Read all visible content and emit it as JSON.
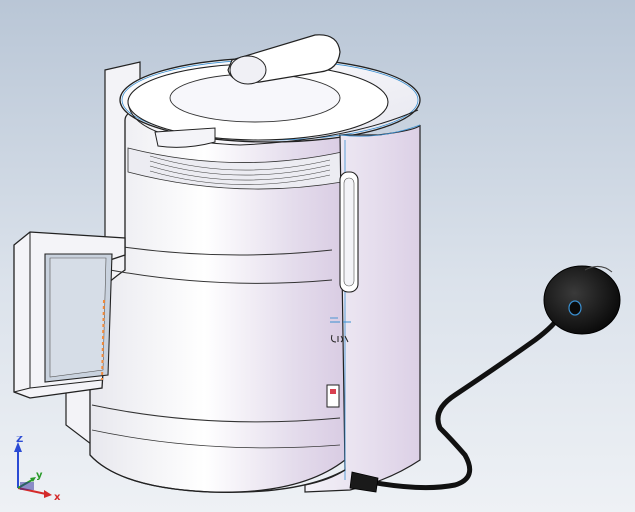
{
  "viewport": {
    "background_top": "#b9c6d6",
    "background_bottom": "#eef1f5"
  },
  "model": {
    "body_color": "#f7f7fb",
    "shade_color": "#d9cce3",
    "edge_color": "#222222",
    "highlight_edge_color": "#3a8fd0",
    "cord_color": "#111111",
    "handle_stripe_color": "#f08a3c",
    "indicator_color": "#d94050"
  },
  "triad": {
    "axis_x": {
      "label": "x",
      "color": "#d42a2a"
    },
    "axis_y": {
      "label": "y",
      "color": "#2a9a2a"
    },
    "axis_z": {
      "label": "Z",
      "color": "#2a4ad4"
    }
  }
}
